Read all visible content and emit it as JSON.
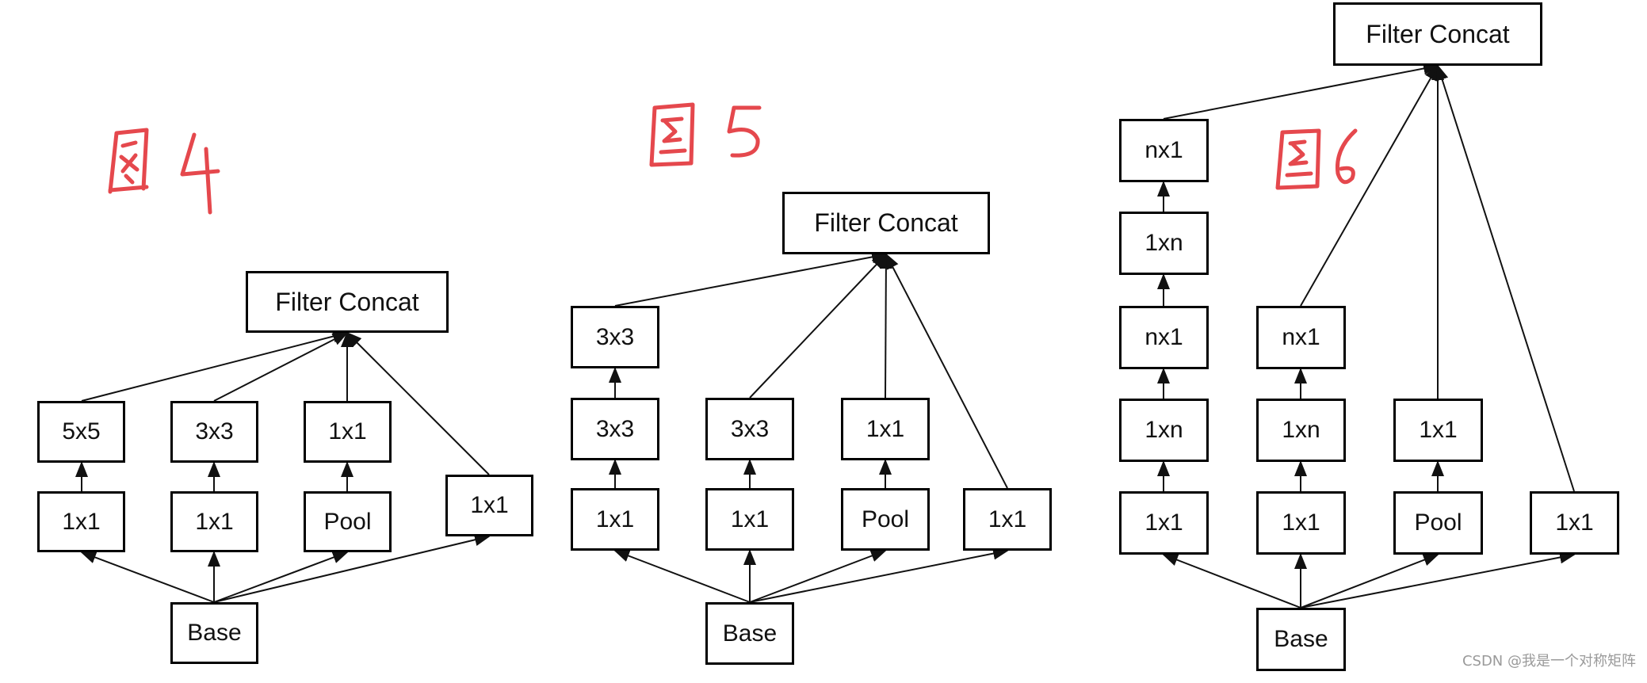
{
  "figures": [
    {
      "id": "fig4",
      "label": "图4",
      "nodes": [
        {
          "id": "concat",
          "text": "Filter Concat"
        },
        {
          "id": "c1a",
          "text": "5x5"
        },
        {
          "id": "c1b",
          "text": "1x1"
        },
        {
          "id": "c2a",
          "text": "3x3"
        },
        {
          "id": "c2b",
          "text": "1x1"
        },
        {
          "id": "c3a",
          "text": "1x1"
        },
        {
          "id": "c3b",
          "text": "Pool"
        },
        {
          "id": "c4a",
          "text": "1x1"
        },
        {
          "id": "base",
          "text": "Base"
        }
      ]
    },
    {
      "id": "fig5",
      "label": "图5",
      "nodes": [
        {
          "id": "concat",
          "text": "Filter Concat"
        },
        {
          "id": "c1a",
          "text": "3x3"
        },
        {
          "id": "c1b",
          "text": "3x3"
        },
        {
          "id": "c1c",
          "text": "1x1"
        },
        {
          "id": "c2a",
          "text": "3x3"
        },
        {
          "id": "c2b",
          "text": "1x1"
        },
        {
          "id": "c3a",
          "text": "1x1"
        },
        {
          "id": "c3b",
          "text": "Pool"
        },
        {
          "id": "c4a",
          "text": "1x1"
        },
        {
          "id": "base",
          "text": "Base"
        }
      ]
    },
    {
      "id": "fig6",
      "label": "图6",
      "nodes": [
        {
          "id": "concat",
          "text": "Filter Concat"
        },
        {
          "id": "c1a",
          "text": "nx1"
        },
        {
          "id": "c1b",
          "text": "1xn"
        },
        {
          "id": "c1c",
          "text": "nx1"
        },
        {
          "id": "c1d",
          "text": "1xn"
        },
        {
          "id": "c1e",
          "text": "1x1"
        },
        {
          "id": "c2a",
          "text": "nx1"
        },
        {
          "id": "c2b",
          "text": "1xn"
        },
        {
          "id": "c2c",
          "text": "1x1"
        },
        {
          "id": "c3a",
          "text": "1x1"
        },
        {
          "id": "c3b",
          "text": "Pool"
        },
        {
          "id": "c4a",
          "text": "1x1"
        },
        {
          "id": "base",
          "text": "Base"
        }
      ]
    }
  ],
  "watermark": "CSDN @我是一个对称矩阵",
  "colors": {
    "annotation": "#e5484d",
    "box_border": "#000000",
    "watermark": "#9a9a9a"
  }
}
